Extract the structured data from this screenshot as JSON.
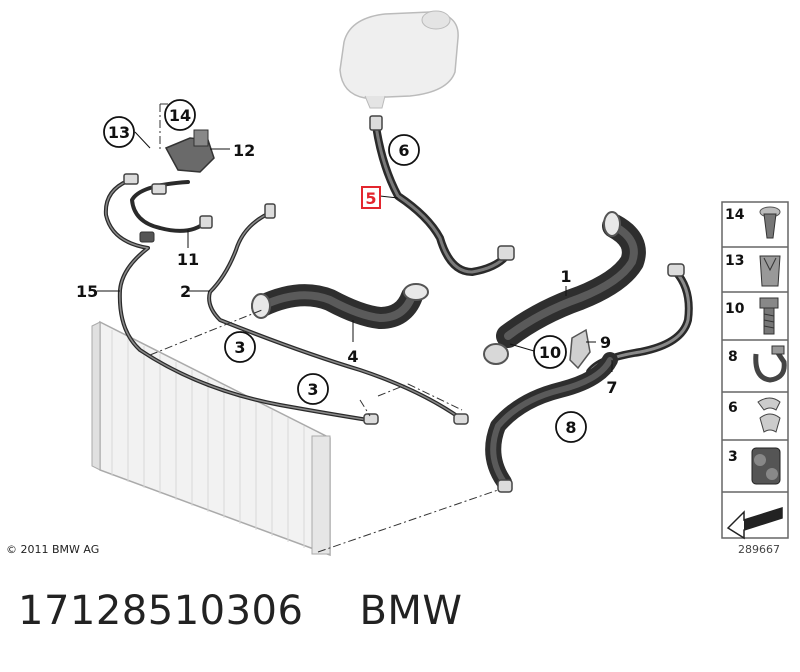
{
  "callouts": {
    "p1": "1",
    "p2": "2",
    "p3a": "3",
    "p3b": "3",
    "p4": "4",
    "p5": "5",
    "p6": "6",
    "p7": "7",
    "p8": "8",
    "p9": "9",
    "p10": "10",
    "p11": "11",
    "p12": "12",
    "p13": "13",
    "p14": "14",
    "p15": "15"
  },
  "legend": {
    "items": [
      "14",
      "13",
      "10",
      "8",
      "6",
      "3"
    ]
  },
  "highlight_color": "#e3262e",
  "copyright": "© 2011 BMW AG",
  "figure_number": "289667",
  "caption": {
    "part_number": "17128510306",
    "brand": "BMW"
  }
}
